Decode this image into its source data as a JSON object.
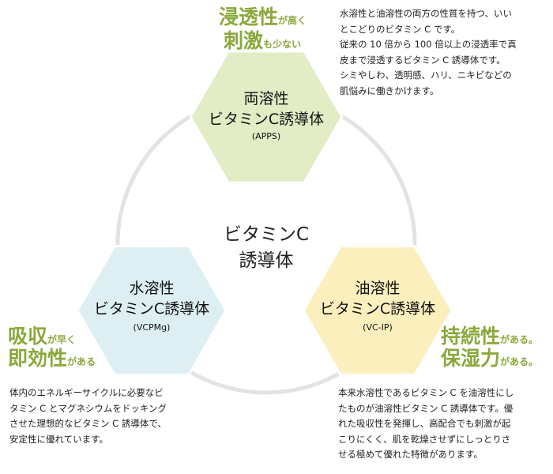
{
  "center_label": {
    "line1": "ビタミンC",
    "line2": "誘導体"
  },
  "hexagons": {
    "top": {
      "line1": "両溶性",
      "line2": "ビタミンC誘導体",
      "sub": "(APPS)",
      "fill": "#e2edc6",
      "stroke": "#ffffff"
    },
    "left": {
      "line1": "水溶性",
      "line2": "ビタミンC誘導体",
      "sub": "(VCPMg)",
      "fill": "#ddeff3",
      "stroke": "#ffffff"
    },
    "right": {
      "line1": "油溶性",
      "line2": "ビタミンC誘導体",
      "sub": "(VC-IP)",
      "fill": "#fbefbd",
      "stroke": "#ffffff"
    }
  },
  "catchphrases": {
    "top": {
      "l1_big": "浸透性",
      "l1_small": "が高く",
      "l2_big": "刺激",
      "l2_small": "も少ない"
    },
    "left": {
      "l1_big": "吸収",
      "l1_small": "が早く",
      "l2_big": "即効性",
      "l2_small": "がある"
    },
    "right": {
      "l1_big": "持続性",
      "l1_small": "がある。",
      "l2_big": "保湿力",
      "l2_small": "がある。"
    }
  },
  "descriptions": {
    "top": [
      "水溶性と油溶性の両方の性質を持つ、いい",
      "とこどりのビタミン C です。",
      "従来の 10 倍から 100 倍以上の浸透率で真",
      "皮まで浸透するビタミン C 誘導体です。",
      "シミやしわ、透明感、ハリ、ニキビなどの",
      "肌悩みに働きかけます。"
    ],
    "left": [
      "体内のエネルギーサイクルに必要なビ",
      "タミン C とマグネシウムをドッキング",
      "させた理想的なビタミン C 誘導体で、",
      "安定性に優れています。"
    ],
    "right": [
      "本来水溶性であるビタミン C を油溶性にし",
      "たものが油溶性ビタミン C 誘導体です。優",
      "れた吸収性を発揮し、高配合でも刺激が起",
      "こりにくく、肌を乾燥させずにしっとりさ",
      "せる極めて優れた特徴があります。"
    ]
  },
  "colors": {
    "circle": "#e3e3e3",
    "accent": "#8aa83b"
  }
}
